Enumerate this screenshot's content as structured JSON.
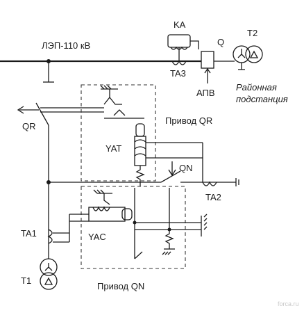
{
  "diagram": {
    "labels": {
      "line": "ЛЭП-110 кВ",
      "ka": "KA",
      "q": "Q",
      "t2": "T2",
      "ta3": "TA3",
      "apv": "АПВ",
      "substation_line1": "Районная",
      "substation_line2": "подстанция",
      "qr": "QR",
      "drive_qr": "Привод QR",
      "yat": "YAT",
      "qn": "QN",
      "ta2": "TA2",
      "ta1": "TA1",
      "yac": "YAC",
      "t1": "T1",
      "drive_qn": "Привод QN",
      "watermark": "forca.ru"
    }
  }
}
